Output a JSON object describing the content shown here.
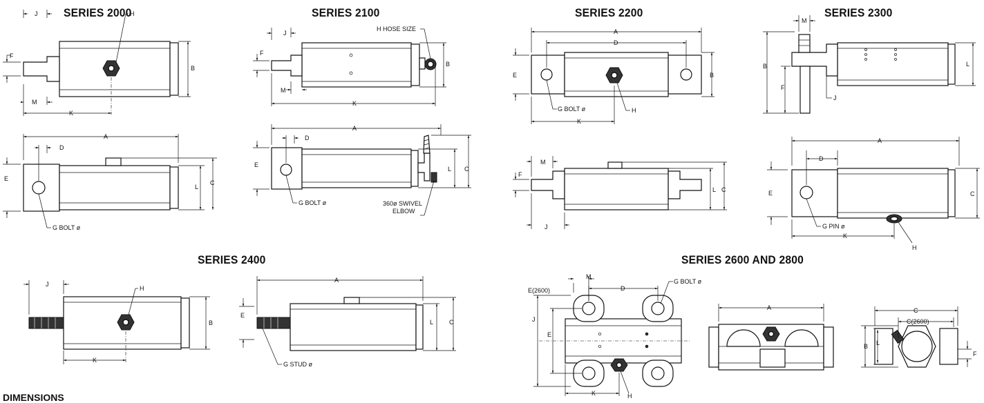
{
  "titles": {
    "s2000": "SERIES 2000",
    "s2100": "SERIES 2100",
    "s2200": "SERIES 2200",
    "s2300": "SERIES 2300",
    "s2400": "SERIES 2400",
    "s2600": "SERIES 2600 AND 2800"
  },
  "section_heading": "DIMENSIONS",
  "labels": {
    "A": "A",
    "B": "B",
    "C": "C",
    "D": "D",
    "E": "E",
    "F": "F",
    "H": "H",
    "J": "J",
    "K": "K",
    "L": "L",
    "M": "M",
    "g_bolt": "G BOLT ø",
    "g_pin": "G PIN ø",
    "g_stud": "G STUD ø",
    "h_hose": "H HOSE SIZE",
    "swivel_1": "360ø SWIVEL",
    "swivel_2": "ELBOW",
    "e2600": "E(2600)",
    "c2600": "C(2600)"
  }
}
